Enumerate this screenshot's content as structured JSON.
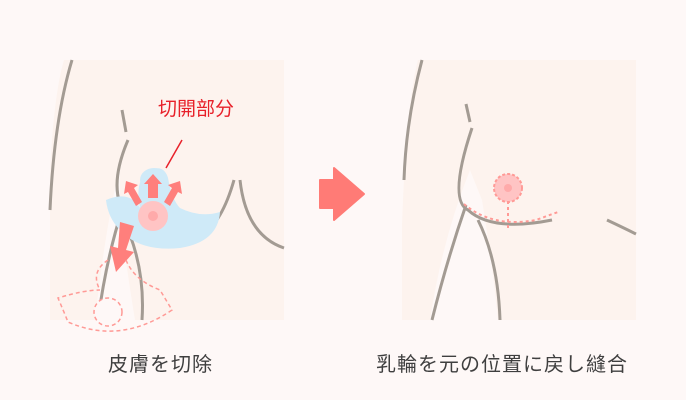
{
  "steps": [
    {
      "label": "皮膚を切除",
      "callout": "切開部分",
      "colors": {
        "skin": "#fdf1ec",
        "outline": "#a39b93",
        "incision": "#cfeaf8",
        "arrow": "#ff7f7c",
        "dashed": "#ff9a96",
        "areola": "#ffc4c4",
        "callout_text": "#e8212a"
      }
    },
    {
      "label": "乳輪を元の位置に戻し縫合",
      "colors": {
        "skin": "#fdf1ec",
        "outline": "#a39b93",
        "dashed": "#ff9a96",
        "areola": "#ffc4c4"
      }
    }
  ],
  "transition_arrow": {
    "icon": "right-arrow-icon",
    "color": "#ff7b76"
  }
}
